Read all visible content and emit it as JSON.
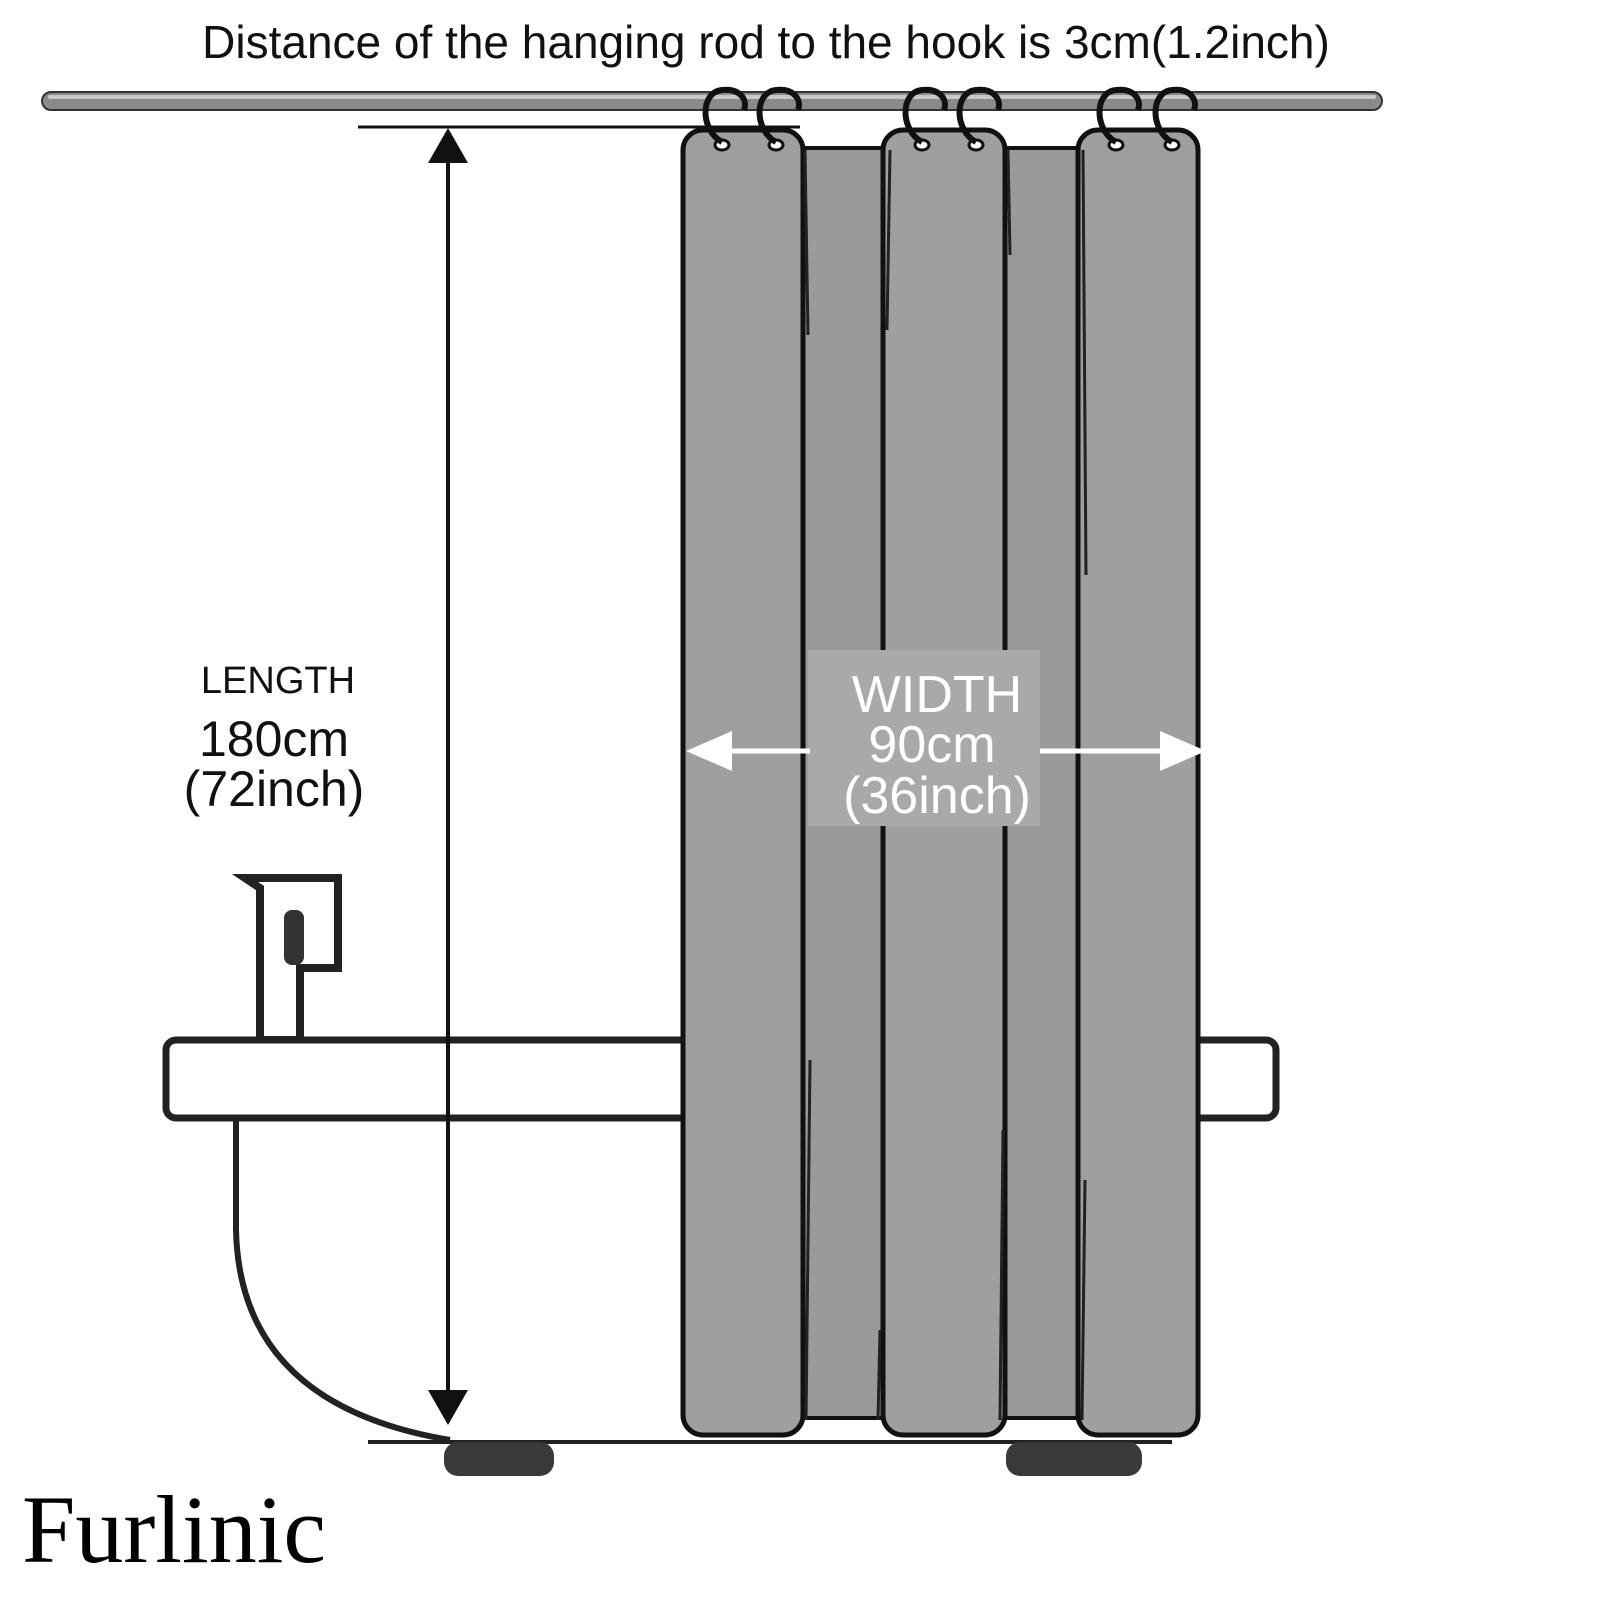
{
  "title": "Distance of the hanging rod to the hook is 3cm(1.2inch)",
  "length": {
    "label": "LENGTH",
    "cm": "180cm",
    "inch": "(72inch)"
  },
  "width": {
    "label": "WIDTH",
    "cm": "90cm",
    "inch": "(36inch)"
  },
  "brand": "Furlinic",
  "colors": {
    "curtain": "#9f9f9f",
    "outline": "#111111",
    "rod": "#8a8a8a",
    "feet": "#3a3a3a",
    "width_panel": "#a9a9a9"
  }
}
